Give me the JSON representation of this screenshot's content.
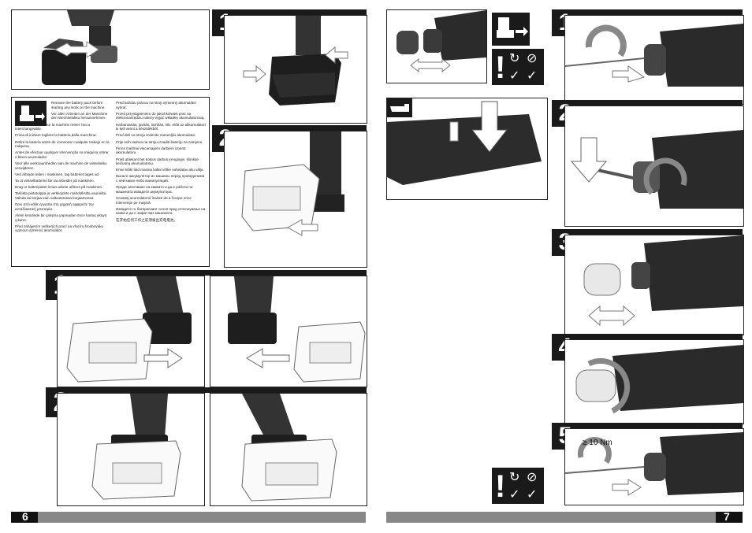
{
  "left_page": {
    "page_number": "6",
    "instructions_text": [
      "Remove the battery pack before starting any work on the machine.",
      "Vor allen Arbeiten an der Maschine den Wechselakku herausnehmen.",
      "Avant tous travaux sur la machine retirer l'accu interchangeable.",
      "Prima di iniziare togliere la batteria dalla macchina.",
      "Retire la batería antes de comenzar cualquier trabajo en la máquina.",
      "Antes de efectuar qualquer intervenção na máquina retirar o bloco acumulador.",
      "Voor alle werkzaamheden aan de machine de wisselakku verwijderen.",
      "Ved arbejde inden i maskinen, tag batteriet tages ud.",
      "Ta ut vekselbatteriet før du arbeider på maskinen.",
      "Drag ur batteripaket innan arbete utföres på maskinen.",
      "Tarkista pistotulppa ja verkkojohto mahdollisilta vaurioilta. Vaihda tai korjaa vain valtuutetussa korjaamossa.",
      "Πριν από κάθε εργασία στη μηχανή αφαιρείτε την ανταλλακτική μπαταρία.",
      "Aletin kendinde bir çalışma yapmadan önce kartuş aküyü çıkarın.",
      "Před zahájením veškerých prací na vřacím šroubováku vyjmout výměnný akumulátor."
    ],
    "instructions_text_col2": [
      "Pred každou prácou na stroji výmenný akumulátor vybrať.",
      "Przed przystąpieniem do jakichkolwiek prac na elektronarzędziu należy wyjąć wkładkę akumulatorową.",
      "Karbantartás, javítás, tisztítás, stb. előtt az akkumulátort ki kell venni a készülékből.",
      "Pred deli na stroju izvlecite zamenljivi akumulator.",
      "Prije svih radova na stroju izvaditi bateriju za zamjenu.",
      "Pirms mašīnai veicamajiem darbiem izņemt akumulatoru.",
      "Prieš atliekant bet kokius darbus įrenginyje, išimkite keičiamą akumuliatorių.",
      "Enne kõiki töid masina kallal võtke vahetatav aku välja.",
      "Выньте аккумулятор из машины перед проведением с ней каких-либо манипуляций.",
      "Преди започване на каквито и да е работи по машината извадете акумулатора.",
      "Scoateţi acumulatorul înainte de a începe orice intervenţie pe maşină.",
      "Извадете го батерискиот склоп пред отпочнување на каква и да е зафат врз машината.",
      "在开始任何工作之前须拔出充电电池。"
    ],
    "steps": [
      "1",
      "2",
      "1",
      "2"
    ]
  },
  "right_page": {
    "page_number": "7",
    "steps": [
      "1",
      "2",
      "3",
      "4",
      "5"
    ],
    "torque_label": "≥ 10 Nm"
  },
  "colors": {
    "accent_dark": "#1a1a1a",
    "footer_gray": "#888888"
  },
  "icons": [
    "arrow-icon",
    "battery-remove-icon",
    "hand-pointer-icon",
    "warning-exclamation-icon",
    "rotate-icon",
    "no-hammer-icon",
    "check-icon"
  ]
}
